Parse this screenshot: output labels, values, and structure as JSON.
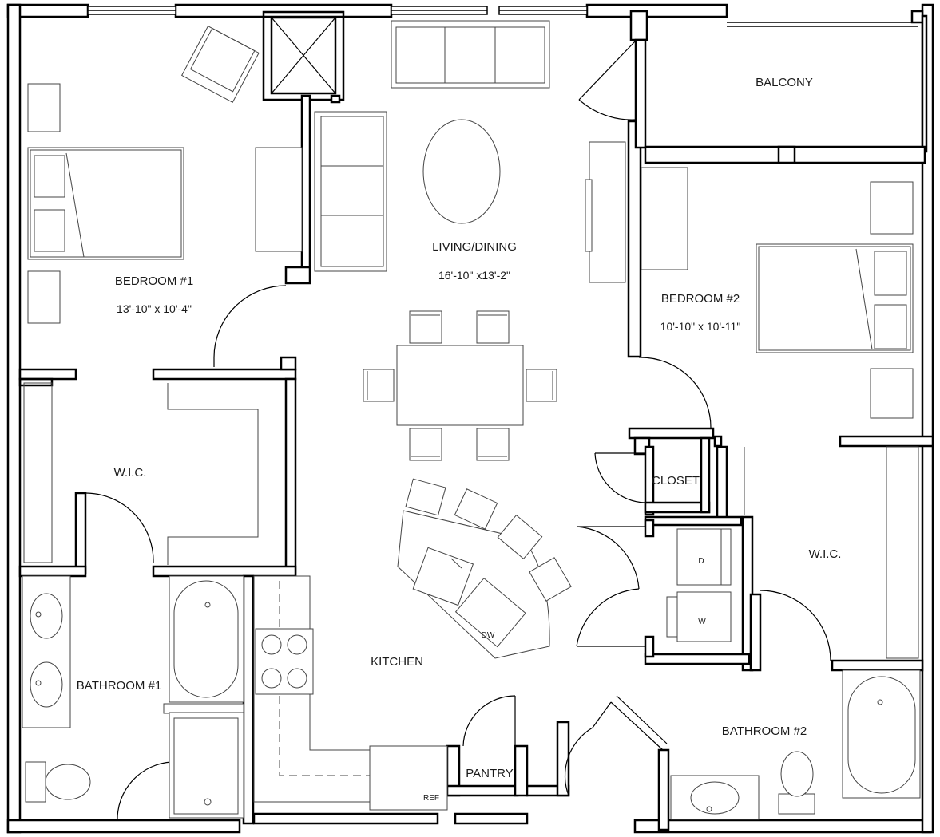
{
  "rooms": {
    "bedroom1": {
      "name": "BEDROOM #1",
      "dims": "13'-10\" x 10'-4\""
    },
    "living": {
      "name": "LIVING/DINING",
      "dims": "16'-10\" x13'-2\""
    },
    "balcony": {
      "name": "BALCONY"
    },
    "bedroom2": {
      "name": "BEDROOM #2",
      "dims": "10'-10\" x 10'-11\""
    },
    "wic1": {
      "name": "W.I.C."
    },
    "closet": {
      "name": "CLOSET"
    },
    "wic2": {
      "name": "W.I.C."
    },
    "kitchen": {
      "name": "KITCHEN"
    },
    "bath1": {
      "name": "BATHROOM #1"
    },
    "pantry": {
      "name": "PANTRY"
    },
    "bath2": {
      "name": "BATHROOM #2"
    }
  },
  "appliances": {
    "dryer": "D",
    "washer": "W",
    "dishwasher": "DW",
    "fridge": "REF"
  }
}
